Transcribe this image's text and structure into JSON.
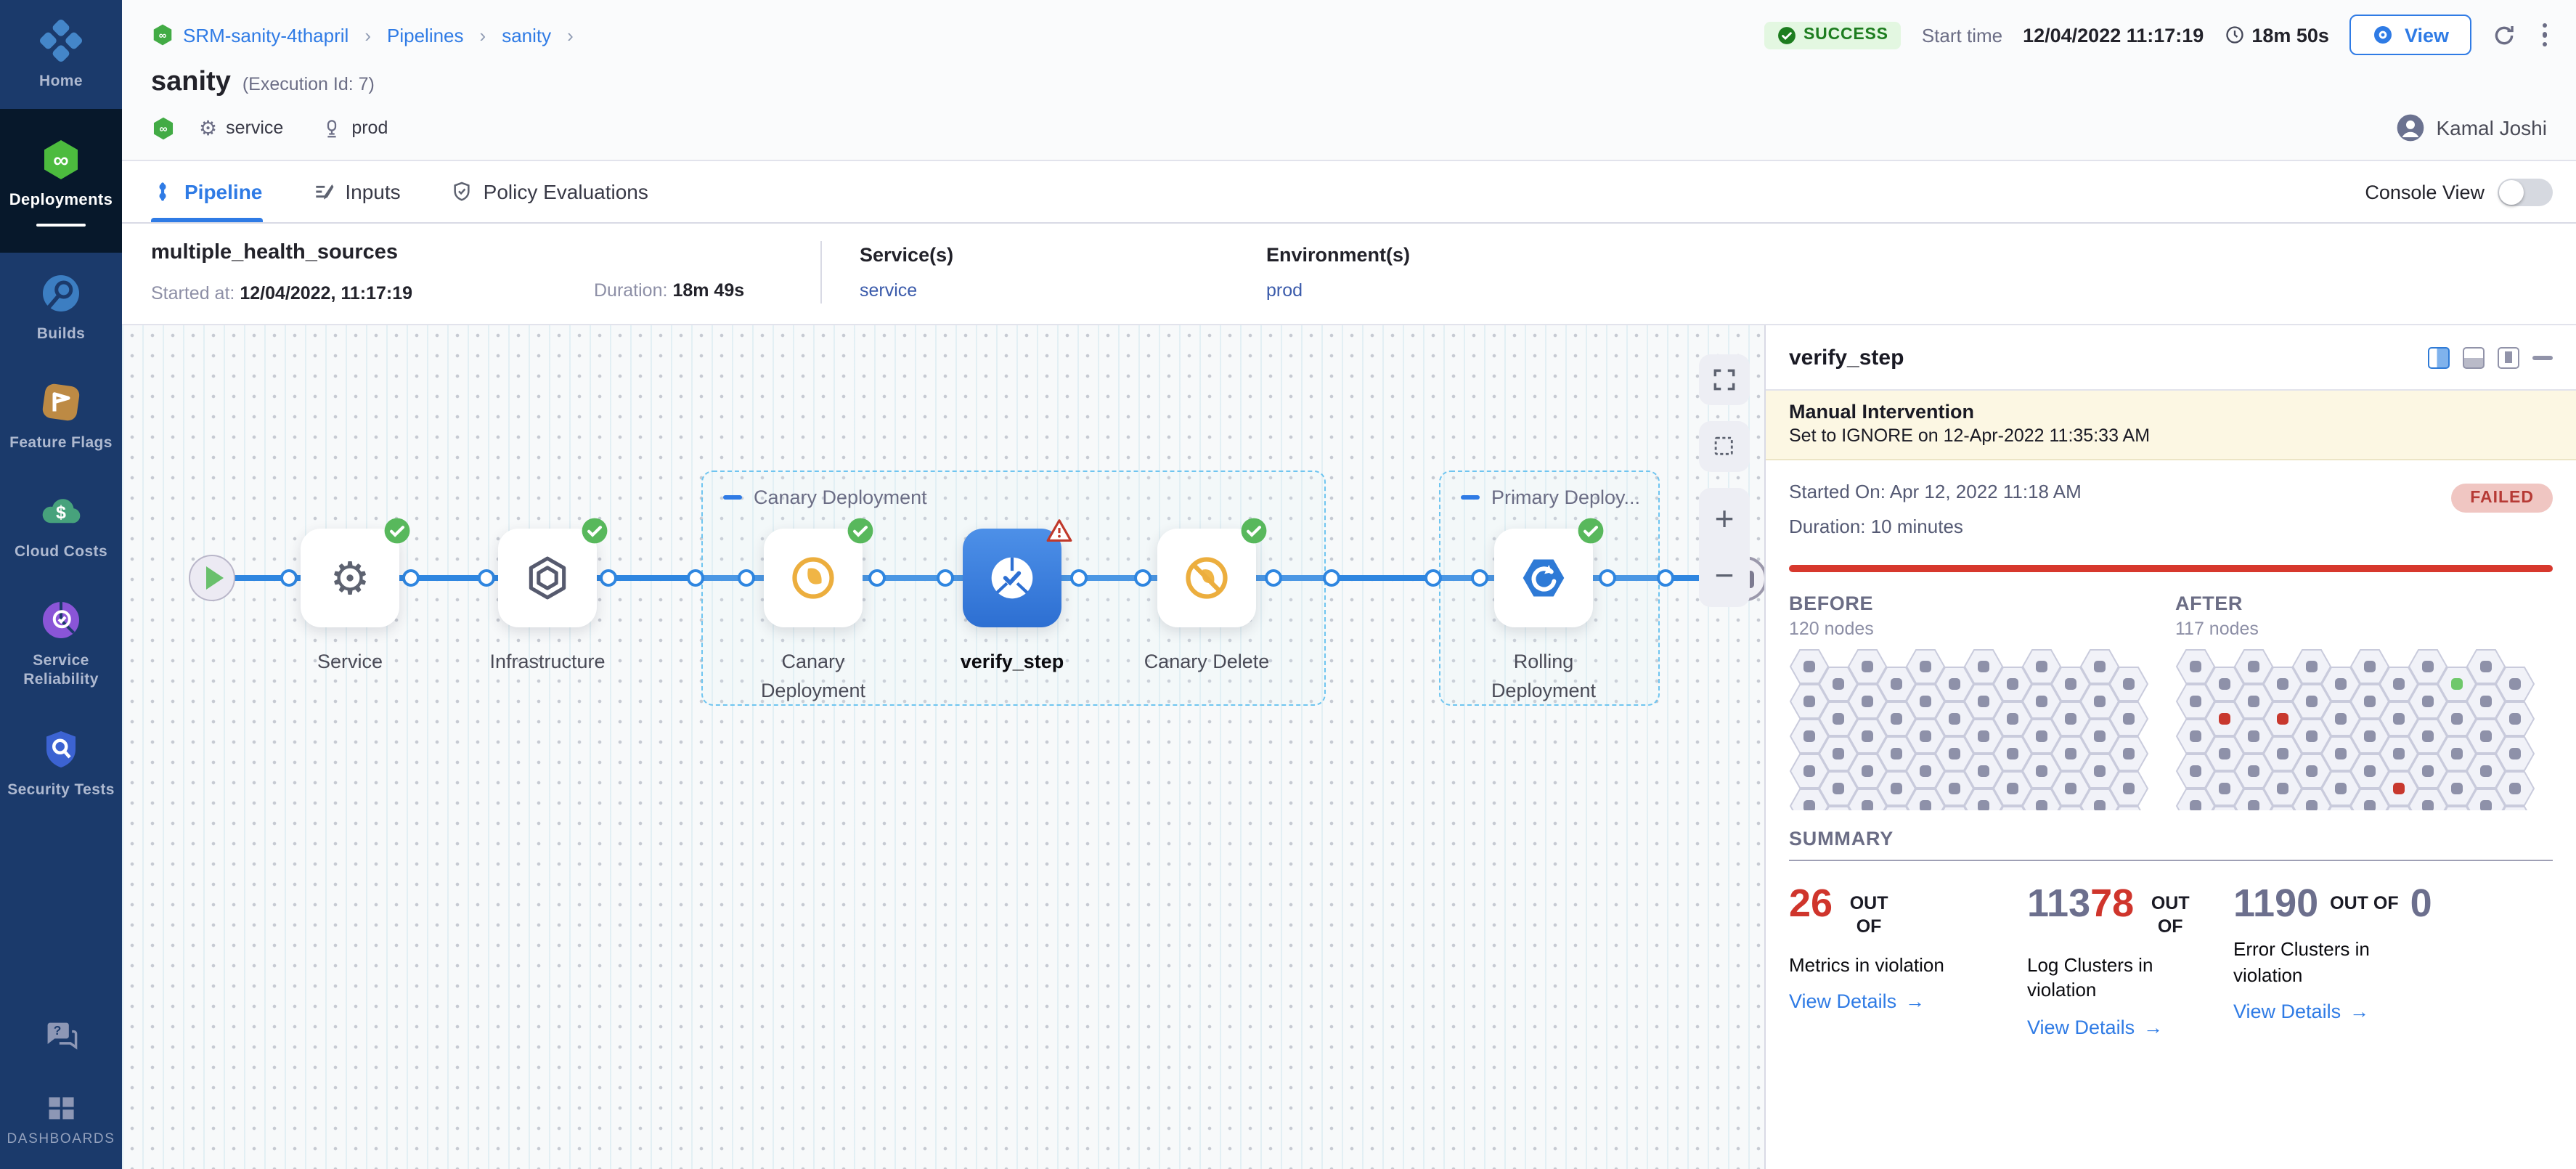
{
  "sidebar": {
    "items": [
      {
        "label": "Home"
      },
      {
        "label": "Deployments",
        "active": true
      },
      {
        "label": "Builds"
      },
      {
        "label": "Feature Flags"
      },
      {
        "label": "Cloud Costs"
      },
      {
        "label": "Service Reliability"
      },
      {
        "label": "Security Tests"
      }
    ],
    "dashboards_label": "DASHBOARDS"
  },
  "header": {
    "breadcrumb": {
      "project": "SRM-sanity-4thapril",
      "section": "Pipelines",
      "item": "sanity",
      "separator": "›"
    },
    "title": "sanity",
    "execution_id": "(Execution Id: 7)",
    "tag_service": "service",
    "tag_env": "prod",
    "status": "SUCCESS",
    "start_time_label": "Start time",
    "start_time": "12/04/2022 11:17:19",
    "elapsed": "18m 50s",
    "view_button": "View",
    "user_name": "Kamal Joshi"
  },
  "tabs": {
    "pipeline": "Pipeline",
    "inputs": "Inputs",
    "policy": "Policy Evaluations",
    "console_view": "Console View"
  },
  "run_info": {
    "name": "multiple_health_sources",
    "started_label": "Started at:",
    "started": "12/04/2022, 11:17:19",
    "duration_label": "Duration:",
    "duration": "18m 49s",
    "services_label": "Service(s)",
    "services_value": "service",
    "environments_label": "Environment(s)",
    "environments_value": "prod"
  },
  "graph": {
    "group_canary": "Canary Deployment",
    "group_primary": "Primary Deploy...",
    "nodes": {
      "service": "Service",
      "infrastructure": "Infrastructure",
      "canary_deployment": "Canary Deployment",
      "verify_step": "verify_step",
      "canary_delete": "Canary Delete",
      "rolling_deployment": "Rolling Deployment"
    }
  },
  "panel": {
    "title": "verify_step",
    "banner_title": "Manual Intervention",
    "banner_text": "Set to IGNORE on 12-Apr-2022 11:35:33 AM",
    "started": "Started On: Apr 12, 2022 11:18 AM",
    "duration": "Duration: 10 minutes",
    "status": "FAILED",
    "before_label": "BEFORE",
    "before_nodes": "120 nodes",
    "after_label": "AFTER",
    "after_nodes": "117 nodes",
    "hex_grid": {
      "columns": 12,
      "rows": 5,
      "after_red": [
        6,
        16,
        38
      ],
      "after_green": [
        45
      ]
    },
    "summary_label": "SUMMARY",
    "summary": {
      "metrics": {
        "value": "26",
        "out_of": "OUT OF",
        "label": "Metrics in violation",
        "link": "View Details"
      },
      "logs": {
        "value_total": "113",
        "value": "78",
        "out_of": "OUT OF",
        "label": "Log Clusters in violation",
        "link": "View Details"
      },
      "errors": {
        "value": "1190",
        "out_of": "OUT OF",
        "total": "0",
        "label": "Error Clusters in violation",
        "link": "View Details"
      }
    }
  }
}
